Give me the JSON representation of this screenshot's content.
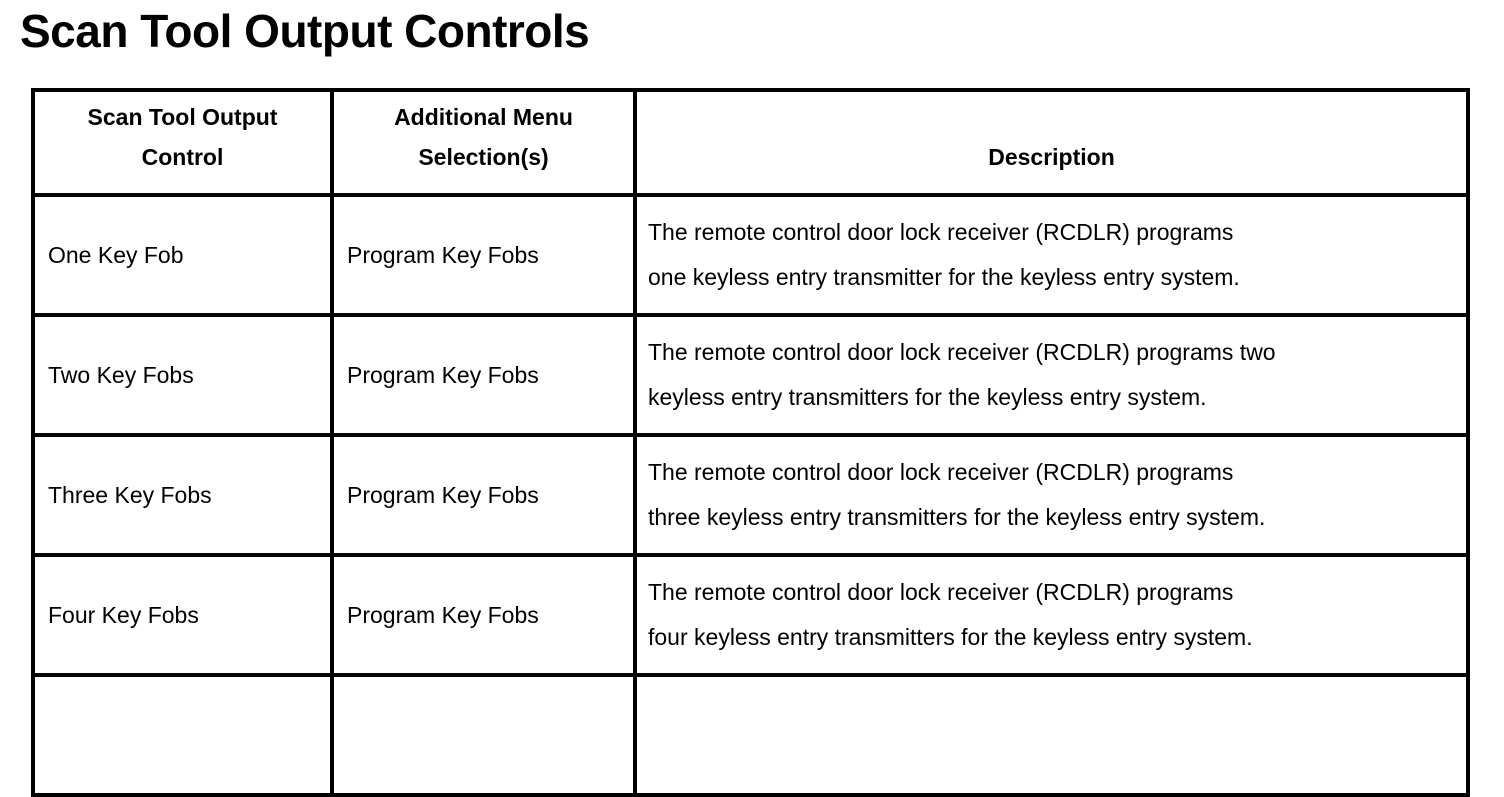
{
  "page_title": "Scan Tool Output Controls",
  "colors": {
    "text": "#000000",
    "border": "#000000",
    "background": "#ffffff"
  },
  "table": {
    "headers": [
      {
        "lines": [
          "Scan Tool Output",
          "Control"
        ]
      },
      {
        "lines": [
          "Additional Menu",
          "Selection(s)"
        ]
      },
      {
        "lines": [
          "Description"
        ]
      }
    ],
    "rows": [
      {
        "control": "One Key Fob",
        "menu": "Program Key Fobs",
        "description_lines": [
          "The remote control door lock receiver (RCDLR) programs",
          "one keyless entry transmitter for the keyless entry system."
        ]
      },
      {
        "control": "Two Key Fobs",
        "menu": "Program Key Fobs",
        "description_lines": [
          "The remote control door lock receiver (RCDLR) programs two",
          "keyless entry transmitters for the keyless entry system."
        ]
      },
      {
        "control": "Three Key Fobs",
        "menu": "Program Key Fobs",
        "description_lines": [
          "The remote control door lock receiver (RCDLR) programs",
          "three keyless entry transmitters for the keyless entry system."
        ]
      },
      {
        "control": "Four Key Fobs",
        "menu": "Program Key Fobs",
        "description_lines": [
          "The remote control door lock receiver (RCDLR) programs",
          "four keyless entry transmitters for the keyless entry system."
        ]
      }
    ]
  }
}
